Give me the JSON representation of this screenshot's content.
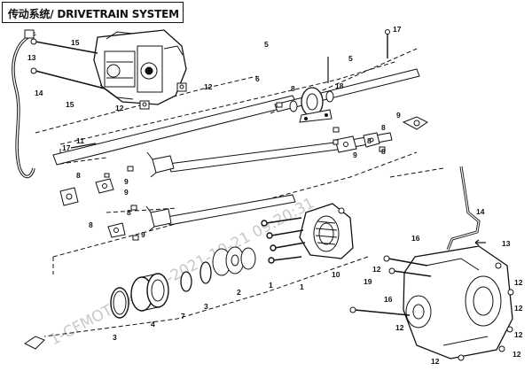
{
  "title": "传动系统/ DRIVETRAIN SYSTEM",
  "callouts": {
    "n1": "1",
    "n2": "2",
    "n3": "3",
    "n4": "4",
    "n5": "5",
    "n6": "6",
    "n7": "7",
    "n8": "8",
    "n9": "9",
    "n10": "10",
    "n11": "11",
    "n12": "12",
    "n13": "13",
    "n14": "14",
    "n15": "15",
    "n16": "16",
    "n17": "17",
    "n18": "18",
    "n19": "19"
  },
  "watermark": "1-CFMOTO kf-wbt-2021-10-21 09:20:31",
  "colors": {
    "ink": "#111111",
    "watermark": "#c8c8c8"
  }
}
